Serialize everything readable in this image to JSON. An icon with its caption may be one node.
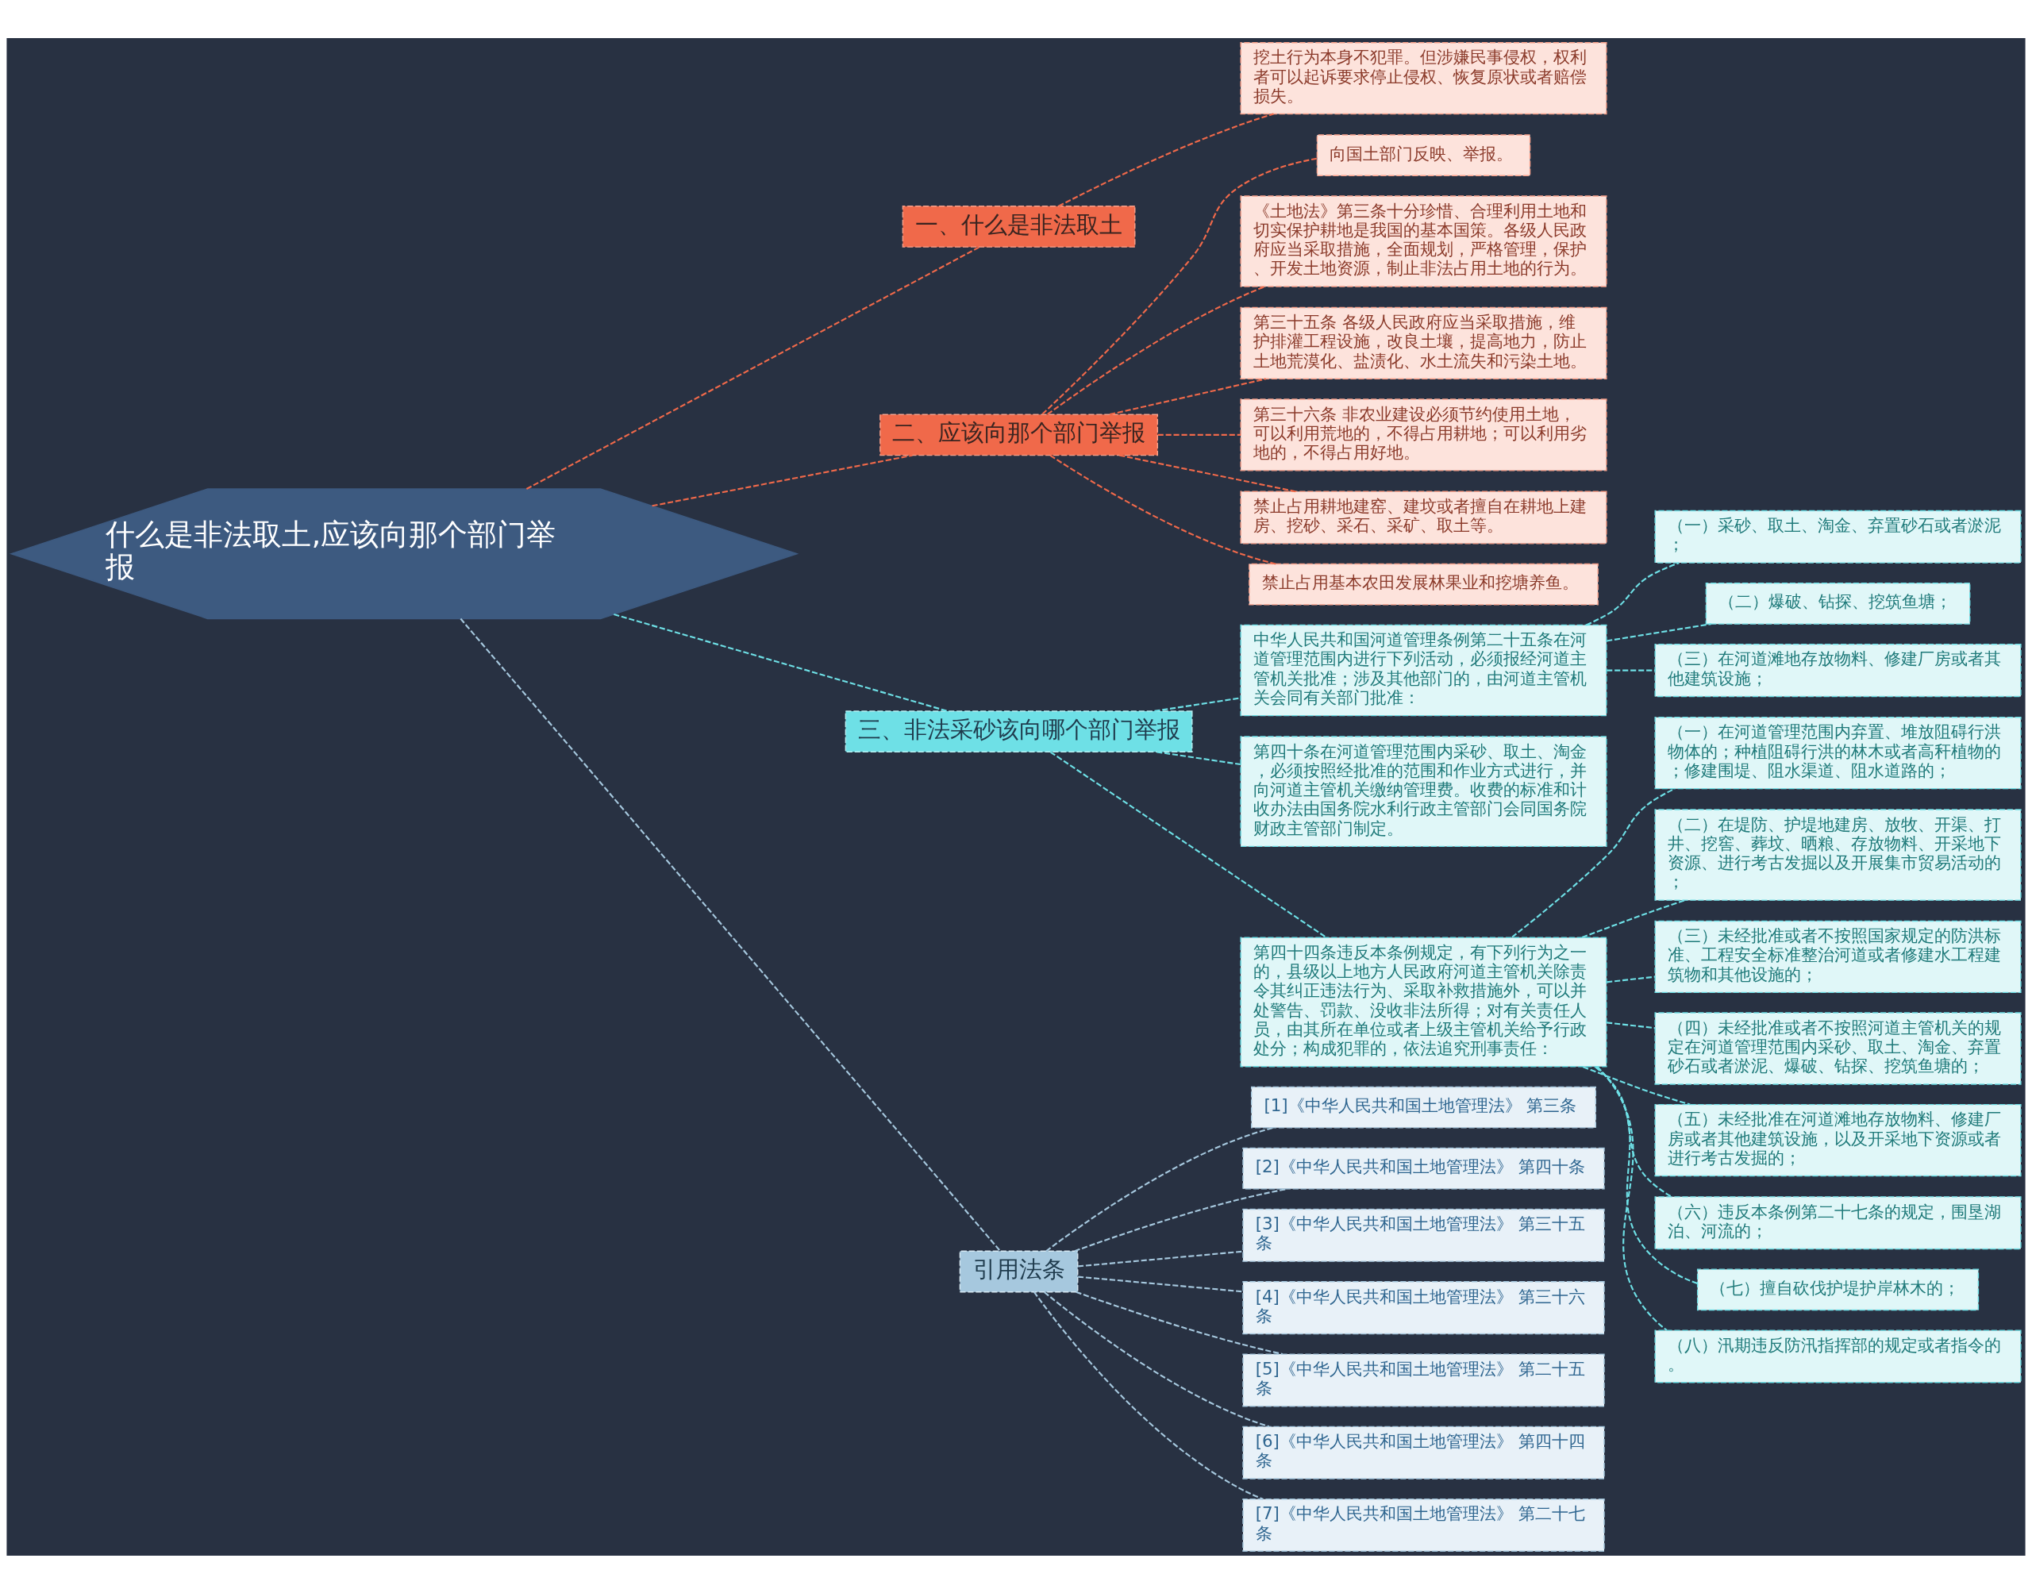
{
  "diagram": {
    "nodes": [
      {
        "text": [
          "什么是非法取土,应该向那个部门举报"
        ]
      },
      {
        "text": [
          "一、什么是非法取土"
        ]
      },
      {
        "text": [
          "挖土行为本身不犯罪。但涉嫌民事侵权，权利者可以起诉要求停止侵权、恢复原状或者赔偿损失。"
        ]
      },
      {
        "text": [
          "二、应该向那个部门举报"
        ]
      },
      {
        "text": [
          "向国土部门反映、举报。"
        ]
      },
      {
        "text": [
          "《土地法》第三条十分珍惜、合理利用土地和切实保护耕地是我国的基本国策。各级人民政府应当采取措施，全面规划，严格管理，保护、开发土地资源，制止非法占用土地的行为。"
        ]
      },
      {
        "text": [
          "第三十五条 各级人民政府应当采取措施，维护排灌工程设施，改良土壤，提高地力，防止土地荒漠化、盐渍化、水土流失和污染土地。"
        ]
      },
      {
        "text": [
          "第三十六条 非农业建设必须节约使用土地，可以利用荒地的，不得占用耕地；可以利用劣地的，不得占用好地。"
        ]
      },
      {
        "text": [
          "禁止占用耕地建窑、建坟或者擅自在耕地上建房、挖砂、采石、采矿、取土等。"
        ]
      },
      {
        "text": [
          "禁止占用基本农田发展林果业和挖塘养鱼。"
        ]
      },
      {
        "text": [
          "三、非法采砂该向哪个部门举报"
        ]
      },
      {
        "text": [
          "中华人民共和国河道管理条例第二十五条在河道管理范围内进行下列活动，必须报经河道主管机关批准；涉及其他部门的，由河道主管机关会同有关部门批准："
        ]
      },
      {
        "text": [
          "（一）采砂、取土、淘金、弃置砂石或者淤泥；"
        ]
      },
      {
        "text": [
          "（二）爆破、钻探、挖筑鱼塘；"
        ]
      },
      {
        "text": [
          "（三）在河道滩地存放物料、修建厂房或者其他建筑设施；"
        ]
      },
      {
        "text": [
          "第四十条在河道管理范围内采砂、取土、淘金，必须按照经批准的范围和作业方式进行，并向河道主管机关缴纳管理费。收费的标准和计收办法由国务院水利行政主管部门会同国务院财政主管部门制定。"
        ]
      },
      {
        "text": [
          "第四十四条违反本条例规定，有下列行为之一的，县级以上地方人民政府河道主管机关除责令其纠正违法行为、采取补救措施外，可以并处警告、罚款、没收非法所得；对有关责任人员，由其所在单位或者上级主管机关给予行政处分；构成犯罪的，依法追究刑事责任："
        ]
      },
      {
        "text": [
          "（一）在河道管理范围内弃置、堆放阻碍行洪物体的；种植阻碍行洪的林木或者高秆植物的；修建围堤、阻水渠道、阻水道路的；"
        ]
      },
      {
        "text": [
          "（二）在堤防、护堤地建房、放牧、开渠、打井、挖窖、葬坟、晒粮、存放物料、开采地下资源、进行考古发掘以及开展集市贸易活动的；"
        ]
      },
      {
        "text": [
          "（三）未经批准或者不按照国家规定的防洪标准、工程安全标准整治河道或者修建水工程建筑物和其他设施的；"
        ]
      },
      {
        "text": [
          "（四）未经批准或者不按照河道主管机关的规定在河道管理范围内采砂、取土、淘金、弃置砂石或者淤泥、爆破、钻探、挖筑鱼塘的；"
        ]
      },
      {
        "text": [
          "（五）未经批准在河道滩地存放物料、修建厂房或者其他建筑设施，以及开采地下资源或者进行考古发掘的；"
        ]
      },
      {
        "text": [
          "（六）违反本条例第二十七条的规定，围垦湖泊、河流的；"
        ]
      },
      {
        "text": [
          "（七）擅自砍伐护堤护岸林木的；"
        ]
      },
      {
        "text": [
          "（八）汛期违反防汛指挥部的规定或者指令的。"
        ]
      },
      {
        "text": [
          "引用法条"
        ]
      },
      {
        "text": [
          "[1]《中华人民共和国土地管理法》 第三条"
        ]
      },
      {
        "text": [
          "[2]《中华人民共和国土地管理法》 第四十条"
        ]
      },
      {
        "text": [
          "[3]《中华人民共和国土地管理法》 第三十五条"
        ]
      },
      {
        "text": [
          "[4]《中华人民共和国土地管理法》 第三十六条"
        ]
      },
      {
        "text": [
          "[5]《中华人民共和国土地管理法》 第二十五条"
        ]
      },
      {
        "text": [
          "[6]《中华人民共和国土地管理法》 第四十四条"
        ]
      },
      {
        "text": [
          "[7]《中华人民共和国土地管理法》 第二十七条"
        ]
      }
    ],
    "edges": [
      {
        "from": 0,
        "to": 1,
        "arrow": "none",
        "style": "dashed",
        "color": "#f0694a"
      },
      {
        "from": 1,
        "to": 2,
        "arrow": "none",
        "style": "dashed",
        "color": "#f0694a"
      },
      {
        "from": 0,
        "to": 3,
        "arrow": "none",
        "style": "dashed",
        "color": "#f0694a"
      },
      {
        "from": 3,
        "to": 4,
        "arrow": "none",
        "style": "dashed",
        "color": "#f0694a"
      },
      {
        "from": 3,
        "to": 5,
        "arrow": "none",
        "style": "dashed",
        "color": "#f0694a"
      },
      {
        "from": 3,
        "to": 6,
        "arrow": "none",
        "style": "dashed",
        "color": "#f0694a"
      },
      {
        "from": 3,
        "to": 7,
        "arrow": "none",
        "style": "dashed",
        "color": "#f0694a"
      },
      {
        "from": 3,
        "to": 8,
        "arrow": "none",
        "style": "dashed",
        "color": "#f0694a"
      },
      {
        "from": 3,
        "to": 9,
        "arrow": "none",
        "style": "dashed",
        "color": "#f0694a"
      },
      {
        "from": 0,
        "to": 10,
        "arrow": "none",
        "style": "dashed"
      },
      {
        "from": 10,
        "to": 11,
        "arrow": "none",
        "style": "dashed"
      },
      {
        "from": 11,
        "to": 12,
        "arrow": "none",
        "style": "dashed"
      },
      {
        "from": 11,
        "to": 13,
        "arrow": "none",
        "style": "dashed"
      },
      {
        "from": 11,
        "to": 14,
        "arrow": "none",
        "style": "dashed"
      },
      {
        "from": 10,
        "to": 15,
        "arrow": "none",
        "style": "dashed"
      },
      {
        "from": 10,
        "to": 16,
        "arrow": "none",
        "style": "dashed"
      },
      {
        "from": 16,
        "to": 17,
        "arrow": "none",
        "style": "dashed"
      },
      {
        "from": 16,
        "to": 18,
        "arrow": "none",
        "style": "dashed"
      },
      {
        "from": 16,
        "to": 19,
        "arrow": "none",
        "style": "dashed"
      },
      {
        "from": 16,
        "to": 20,
        "arrow": "none",
        "style": "dashed"
      },
      {
        "from": 16,
        "to": 21,
        "arrow": "none",
        "style": "dashed"
      },
      {
        "from": 16,
        "to": 22,
        "arrow": "none",
        "style": "dashed"
      },
      {
        "from": 16,
        "to": 23,
        "arrow": "none",
        "style": "dashed"
      },
      {
        "from": 16,
        "to": 24,
        "arrow": "none",
        "style": "dashed"
      },
      {
        "from": 0,
        "to": 25,
        "arrow": "none",
        "style": "dashed",
        "color": "#a6c8de"
      },
      {
        "from": 25,
        "to": 26,
        "arrow": "none",
        "style": "dashed",
        "color": "#a6c8de"
      },
      {
        "from": 25,
        "to": 27,
        "arrow": "none",
        "style": "dashed",
        "color": "#a6c8de"
      },
      {
        "from": 25,
        "to": 28,
        "arrow": "none",
        "style": "dashed",
        "color": "#a6c8de"
      },
      {
        "from": 25,
        "to": 29,
        "arrow": "none",
        "style": "dashed",
        "color": "#a6c8de"
      },
      {
        "from": 25,
        "to": 30,
        "arrow": "none",
        "style": "dashed",
        "color": "#a6c8de"
      },
      {
        "from": 25,
        "to": 31,
        "arrow": "none",
        "style": "dashed",
        "color": "#a6c8de"
      },
      {
        "from": 25,
        "to": 32,
        "arrow": "none",
        "style": "dashed",
        "color": "#a6c8de"
      }
    ]
  }
}
